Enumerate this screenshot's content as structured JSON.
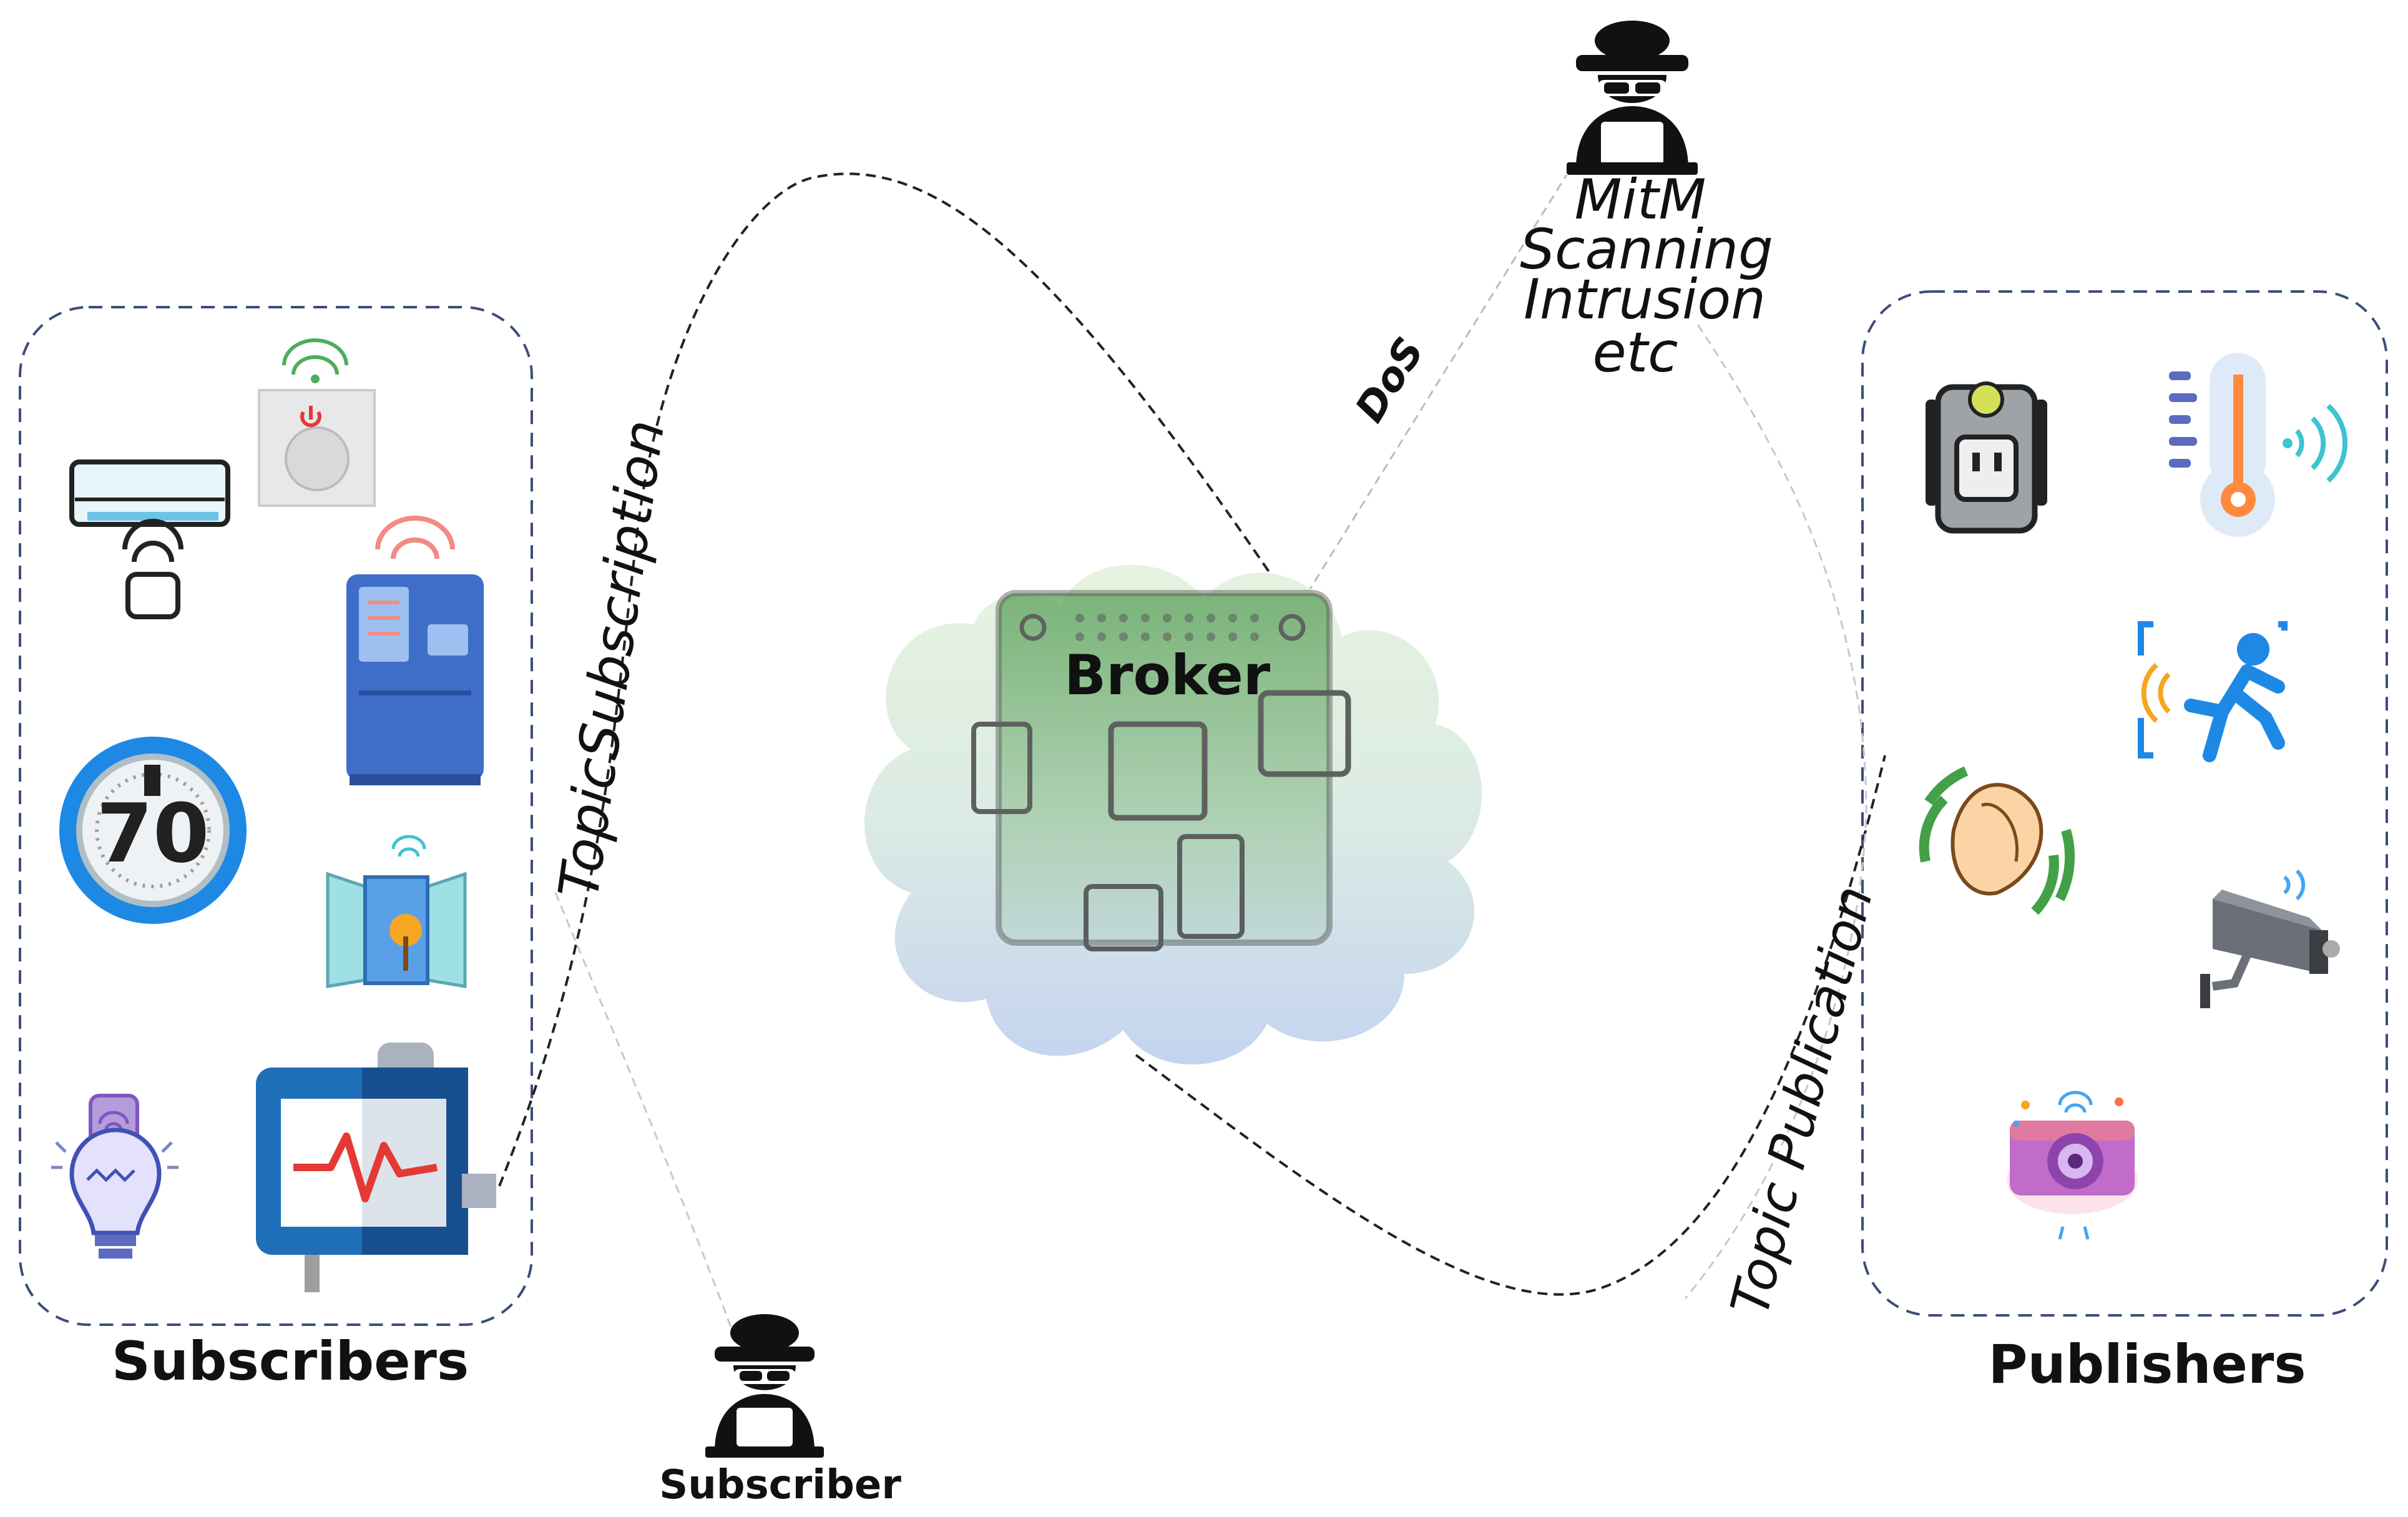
{
  "labels": {
    "subscribers": "Subscribers",
    "publishers": "Publishers",
    "broker": "Broker",
    "attacker_subscriber": "Subscriber",
    "topic_subscription": "TopicSubscription",
    "topic_publication": "Topic Publication",
    "dos": "DoS",
    "threats": [
      "MitM",
      "Scanning",
      "Intrusion",
      "etc"
    ]
  },
  "icons": {
    "subscribers": [
      "air-conditioner-icon",
      "smart-plug-icon",
      "smart-fridge-icon",
      "timer-icon",
      "smart-window-icon",
      "smart-bulb-icon",
      "monitor-display-icon"
    ],
    "publishers": [
      "wifi-extender-icon",
      "thermometer-sensor-icon",
      "motion-sensor-icon",
      "clap-sensor-icon",
      "security-camera-icon",
      "smart-camera-icon"
    ],
    "central": [
      "cloud-icon",
      "circuit-board-icon"
    ],
    "attackers": [
      "hacker-icon",
      "hacker-icon"
    ]
  },
  "colors": {
    "group_border": "#3b4d7a",
    "curve": "#222222",
    "attack_line": "#bbbbbb",
    "board": "#4e9a4f",
    "cloud_top": "#dff0d8",
    "cloud_bottom": "#c9d8f0"
  }
}
